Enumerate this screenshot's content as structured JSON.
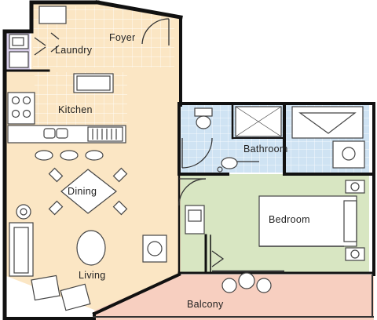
{
  "plan": {
    "colors": {
      "living": "#fbe6c4",
      "bedroom": "#d8e6c2",
      "bathroom": "#cfe3f3",
      "balcony": "#f7cfc0",
      "laundry": "#d9cfea",
      "wall": "#111111",
      "fixture": "#555555"
    },
    "rooms": {
      "foyer": "Foyer",
      "laundry": "Laundry",
      "kitchen": "Kitchen",
      "bathroom": "Bathroom",
      "dining": "Dining",
      "bedroom": "Bedroom",
      "living": "Living",
      "balcony": "Balcony"
    }
  }
}
